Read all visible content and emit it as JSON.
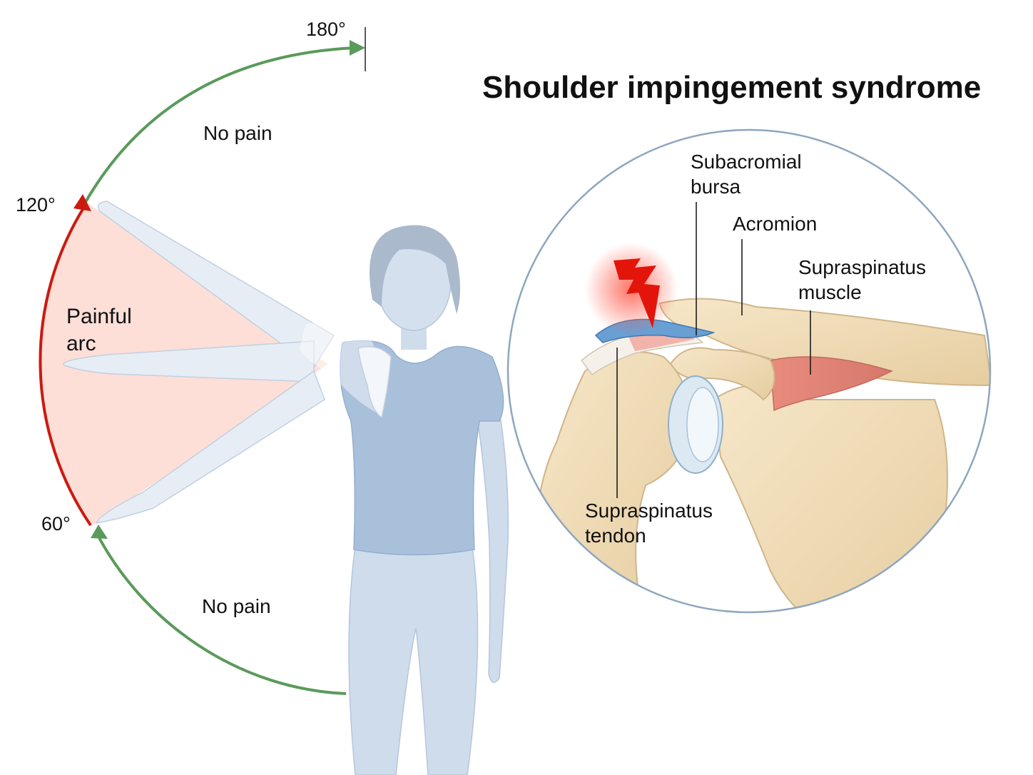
{
  "title": "Shoulder impingement syndrome",
  "range_of_motion": {
    "angle_labels": {
      "a180": "180°",
      "a120": "120°",
      "a60": "60°"
    },
    "zones": {
      "upper": {
        "label": "No pain"
      },
      "painful": {
        "line1": "Painful",
        "line2": "arc"
      },
      "lower": {
        "label": "No pain"
      }
    }
  },
  "anatomy": {
    "subacromial_bursa": {
      "line1": "Subacromial",
      "line2": "bursa"
    },
    "acromion": {
      "label": "Acromion"
    },
    "supraspinatus_muscle": {
      "line1": "Supraspinatus",
      "line2": "muscle"
    },
    "supraspinatus_tendon": {
      "line1": "Supraspinatus",
      "line2": "tendon"
    }
  },
  "colors": {
    "pain_free_arc": "#5a9a5a",
    "painful_arc": "#cc1a10",
    "painful_fill": "#fddcd4",
    "figure": "#c9d8ea",
    "shirt": "#a9c0db",
    "bone": "#f0dcb8",
    "bursa": "#6a9fd4",
    "muscle": "#e08a7c",
    "lens_border": "#8ea6bf"
  },
  "icons": {
    "pain": "lightning-bolt-icon"
  }
}
